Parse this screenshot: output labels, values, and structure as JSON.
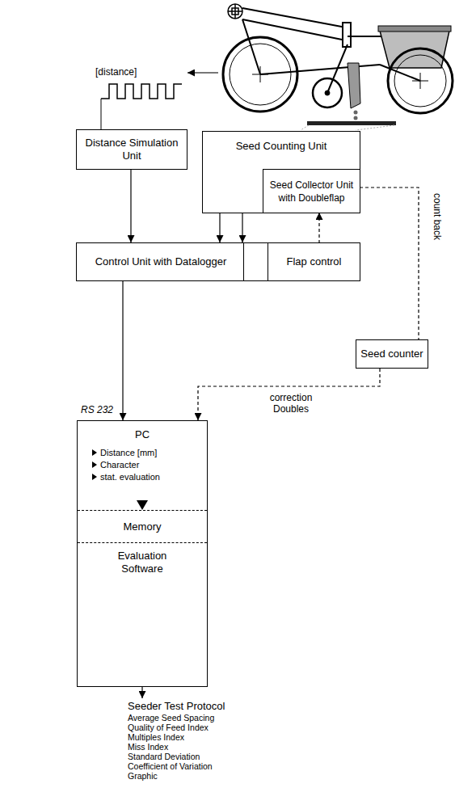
{
  "diagram": {
    "nodes": [
      {
        "text": [
          "Distance Simulation Unit"
        ]
      },
      {
        "text": [
          "Seed Counting Unit"
        ]
      },
      {
        "text": [
          "Seed Collector Unit with Doubleflap"
        ],
        "in": 1
      },
      {
        "text": [
          "Control Unit with Datalogger"
        ]
      },
      {
        "text": [
          "Flap control"
        ],
        "in": 3
      },
      {
        "text": [
          "Seed counter"
        ]
      },
      {
        "text": [
          "PC",
          "Distance [mm]",
          "Character",
          "stat. evaluation"
        ]
      },
      {
        "text": [
          "Memory"
        ],
        "in": 6
      },
      {
        "text": [
          "Evaluation Software"
        ],
        "in": 6
      }
    ],
    "edges": [
      {
        "from": 0,
        "to": 3,
        "arrow": "to"
      },
      {
        "from": 1,
        "to": 3,
        "arrow": "to"
      },
      {
        "from": 1,
        "to": 3,
        "arrow": "to"
      },
      {
        "from": 4,
        "to": 2,
        "arrow": "to"
      },
      {
        "from": 2,
        "to": 5,
        "label": "count back",
        "arrow": "none"
      },
      {
        "from": 5,
        "to": 6,
        "label": "correction Doubles",
        "arrow": "to"
      },
      {
        "from": 3,
        "to": 6,
        "arrow": "to"
      }
    ],
    "labels": [
      "[distance]",
      "RS 232",
      "Seeder Test Protocol",
      "Average Seed Spacing",
      "Quality of Feed Index",
      "Multiples Index",
      "Miss Index",
      "Standard Deviation",
      "Coefficient of Variation",
      "Graphic"
    ]
  }
}
